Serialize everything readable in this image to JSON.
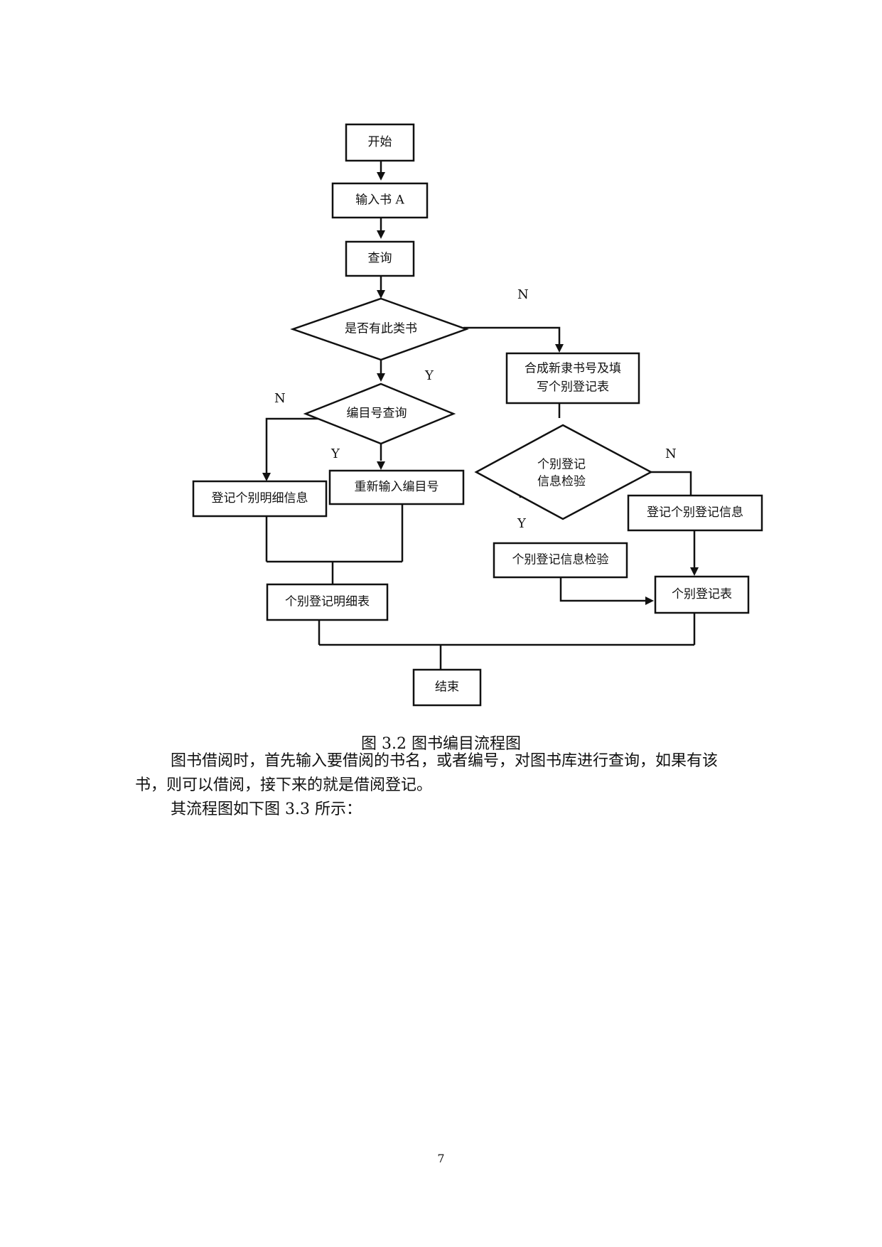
{
  "flowchart": {
    "start": "开始",
    "input_book": "输入书 A",
    "query": "查询",
    "decision_has_book": "是否有此类书",
    "decision_catalog": "编目号查询",
    "new_record": [
      "合成新隶书号及填",
      "写个别登记表"
    ],
    "decision_check": [
      "个别登记",
      "信息检验"
    ],
    "register_detail": "登记个别明细信息",
    "reenter_catalog": "重新输入编目号",
    "register_info": "登记个别登记信息",
    "check_info": "个别登记信息检验",
    "detail_table": "个别登记明细表",
    "register_table": "个别登记表",
    "end": "结束",
    "labels": {
      "n_main": "N",
      "y_main": "Y",
      "n_catalog": "N",
      "y_catalog": "Y",
      "n_check": "N",
      "y_check": "Y"
    }
  },
  "caption": "图 3.2 图书编目流程图",
  "paragraph1": "图书借阅时，首先输入要借阅的书名，或者编号，对图书库进行查询，如果有该书，则可以借阅，接下来的就是借阅登记。",
  "paragraph2": "其流程图如下图 3.3 所示：",
  "page_number": "7"
}
